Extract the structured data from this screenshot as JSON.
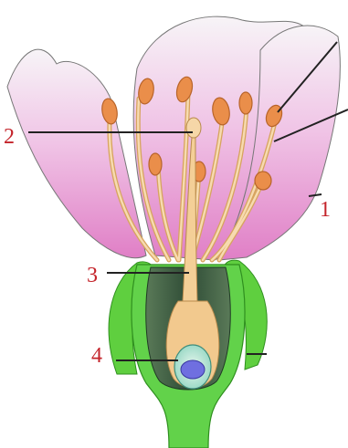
{
  "diagram": {
    "labels": {
      "one": "1",
      "two": "2",
      "three": "3",
      "four": "4"
    },
    "colors": {
      "petal_outer": "#f3f1f4",
      "petal_inner": "#e48ccc",
      "anther": "#ea8e4a",
      "filament": "#f4cf97",
      "sepal": "#5fcf3f",
      "ovary": "#3f5f45",
      "ovule": "#8fd4c0",
      "nucleus": "#6f6fe0",
      "label": "#c4242b",
      "leader_line": "#222222"
    }
  }
}
